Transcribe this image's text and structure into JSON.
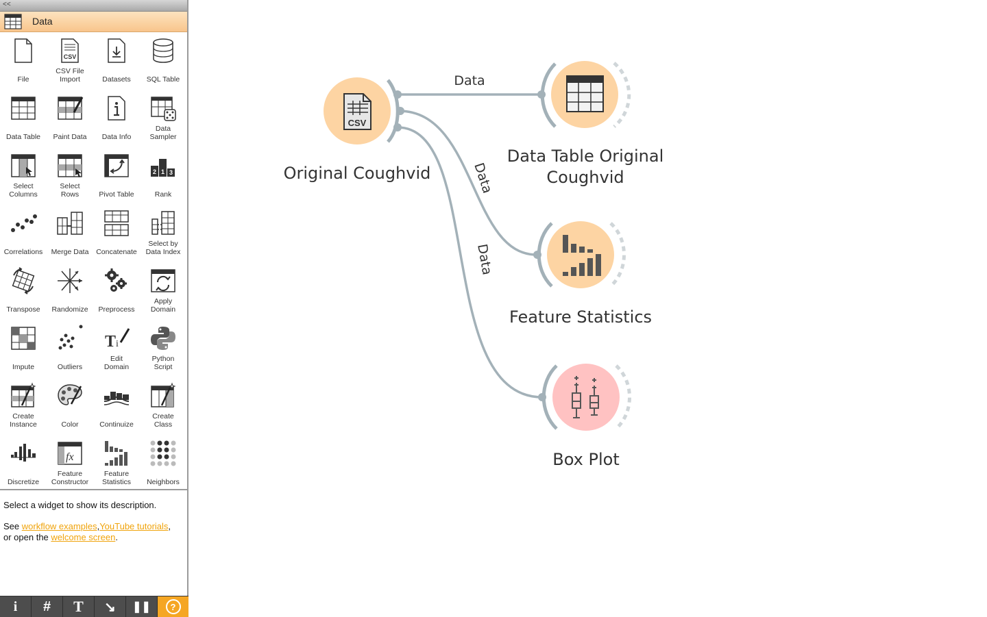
{
  "sidebar": {
    "collapse_glyph": "<<",
    "category": {
      "label": "Data",
      "icon": "table-icon"
    },
    "widgets": [
      {
        "label": "File",
        "icon": "file-icon"
      },
      {
        "label": "CSV File\nImport",
        "icon": "csv-file-icon"
      },
      {
        "label": "Datasets",
        "icon": "datasets-icon"
      },
      {
        "label": "SQL Table",
        "icon": "database-icon"
      },
      {
        "label": "Data Table",
        "icon": "data-table-icon"
      },
      {
        "label": "Paint Data",
        "icon": "paint-data-icon"
      },
      {
        "label": "Data Info",
        "icon": "info-icon"
      },
      {
        "label": "Data\nSampler",
        "icon": "sampler-dice-icon"
      },
      {
        "label": "Select\nColumns",
        "icon": "select-columns-icon"
      },
      {
        "label": "Select\nRows",
        "icon": "select-rows-icon"
      },
      {
        "label": "Pivot Table",
        "icon": "pivot-table-icon"
      },
      {
        "label": "Rank",
        "icon": "rank-icon"
      },
      {
        "label": "Correlations",
        "icon": "correlations-icon"
      },
      {
        "label": "Merge Data",
        "icon": "merge-data-icon"
      },
      {
        "label": "Concatenate",
        "icon": "concatenate-icon"
      },
      {
        "label": "Select by\nData Index",
        "icon": "select-by-index-icon"
      },
      {
        "label": "Transpose",
        "icon": "transpose-icon"
      },
      {
        "label": "Randomize",
        "icon": "randomize-icon"
      },
      {
        "label": "Preprocess",
        "icon": "gears-icon"
      },
      {
        "label": "Apply\nDomain",
        "icon": "apply-domain-icon"
      },
      {
        "label": "Impute",
        "icon": "impute-icon"
      },
      {
        "label": "Outliers",
        "icon": "outliers-icon"
      },
      {
        "label": "Edit\nDomain",
        "icon": "edit-domain-icon"
      },
      {
        "label": "Python\nScript",
        "icon": "python-icon"
      },
      {
        "label": "Create\nInstance",
        "icon": "create-instance-icon"
      },
      {
        "label": "Color",
        "icon": "palette-icon"
      },
      {
        "label": "Continuize",
        "icon": "continuize-icon"
      },
      {
        "label": "Create\nClass",
        "icon": "create-class-icon"
      },
      {
        "label": "Discretize",
        "icon": "discretize-icon"
      },
      {
        "label": "Feature\nConstructor",
        "icon": "feature-constructor-icon"
      },
      {
        "label": "Feature\nStatistics",
        "icon": "feature-statistics-icon"
      },
      {
        "label": "Neighbors",
        "icon": "neighbors-icon"
      }
    ],
    "description": {
      "line1": "Select a widget to show its description.",
      "see": "See ",
      "link1": "workflow examples",
      "sep": ",",
      "link2": "YouTube tutorials",
      "comma": ",",
      "or_open": "or open the ",
      "link3": "welcome screen",
      "period": "."
    },
    "toolbar": [
      {
        "glyph": "i",
        "icon": "info-icon"
      },
      {
        "glyph": "#",
        "icon": "grid-icon"
      },
      {
        "glyph": "T",
        "icon": "text-annotation-icon"
      },
      {
        "glyph": "↘",
        "icon": "arrow-annotation-icon"
      },
      {
        "glyph": "❚❚",
        "icon": "pause-icon"
      },
      {
        "glyph": "?",
        "icon": "help-icon"
      }
    ]
  },
  "workflow": {
    "nodes": [
      {
        "id": "original-coughvid",
        "title": "Original Coughvid",
        "icon": "csv-file-icon",
        "color": "#fdd4a3"
      },
      {
        "id": "data-table",
        "title": "Data Table Original\nCoughvid",
        "icon": "data-table-icon",
        "color": "#fdd4a3"
      },
      {
        "id": "feature-statistics",
        "title": "Feature Statistics",
        "icon": "feature-statistics-icon",
        "color": "#fdd4a3"
      },
      {
        "id": "box-plot",
        "title": "Box Plot",
        "icon": "box-plot-icon",
        "color": "#ffc2c2"
      }
    ],
    "links": [
      {
        "label": "Data"
      },
      {
        "label": "Data"
      },
      {
        "label": "Data"
      }
    ],
    "colors": {
      "link": "#a3b1b8",
      "accent": "#f5a623"
    }
  }
}
